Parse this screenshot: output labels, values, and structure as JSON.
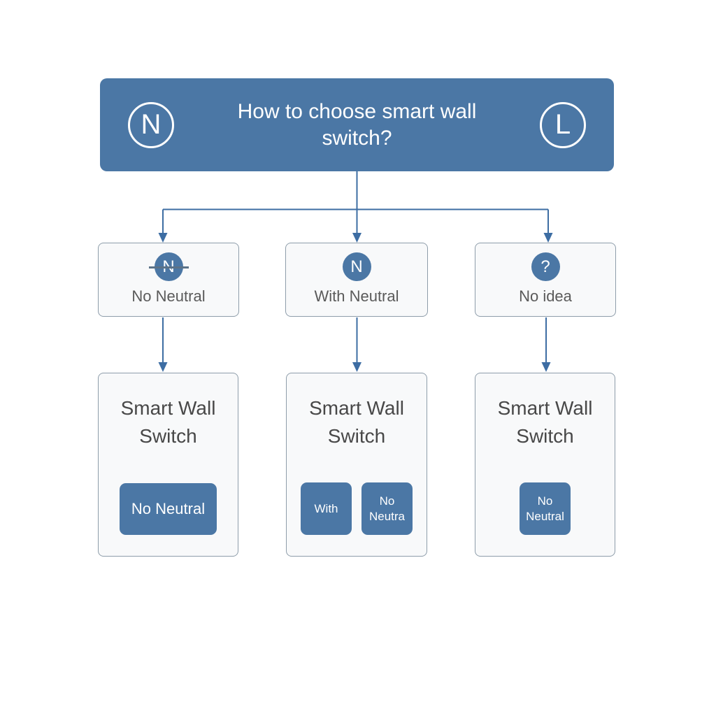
{
  "colors": {
    "primary_blue": "#4B77A5",
    "connector_blue": "#3D6DA3",
    "box_background": "#F8F9FA",
    "box_border": "#8E9DAA",
    "title_text": "#484848",
    "label_text": "#5A5A5A",
    "strike_line": "#5B7288",
    "white": "#FFFFFF"
  },
  "header": {
    "title": "How to choose smart wall switch?",
    "left_badge": "N",
    "right_badge": "L"
  },
  "branches": [
    {
      "badge": "N",
      "label": "No Neutral",
      "result_title": "Smart Wall Switch",
      "buttons": [
        "No Neutral"
      ]
    },
    {
      "badge": "N",
      "label": "With Neutral",
      "result_title": "Smart Wall Switch",
      "buttons": [
        "With",
        "No Neutra"
      ]
    },
    {
      "badge": "?",
      "label": "No idea",
      "result_title": "Smart Wall Switch",
      "buttons": [
        "No Neutral"
      ]
    }
  ]
}
